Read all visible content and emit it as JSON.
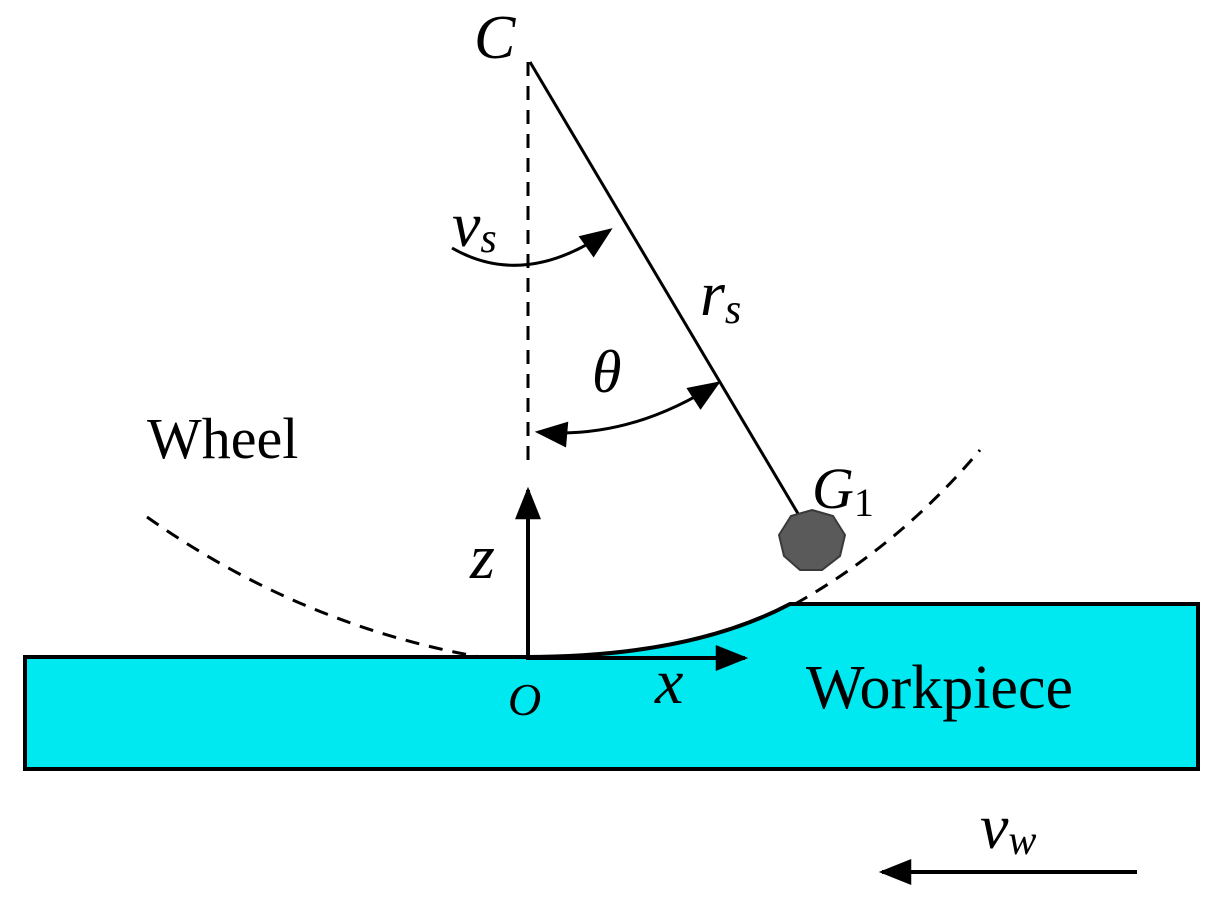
{
  "labels": {
    "center": "C",
    "wheel_speed": "v",
    "wheel_speed_sub": "s",
    "radius": "r",
    "radius_sub": "s",
    "angle": "θ",
    "wheel": "Wheel",
    "grain": "G",
    "grain_sub": "1",
    "z_axis": "z",
    "origin": "O",
    "x_axis": "x",
    "workpiece": "Workpiece",
    "work_speed": "v",
    "work_speed_sub": "w"
  },
  "colors": {
    "workpiece_fill": "#00e8f0",
    "grain_fill": "#5a5a5a",
    "stroke": "#000000"
  }
}
